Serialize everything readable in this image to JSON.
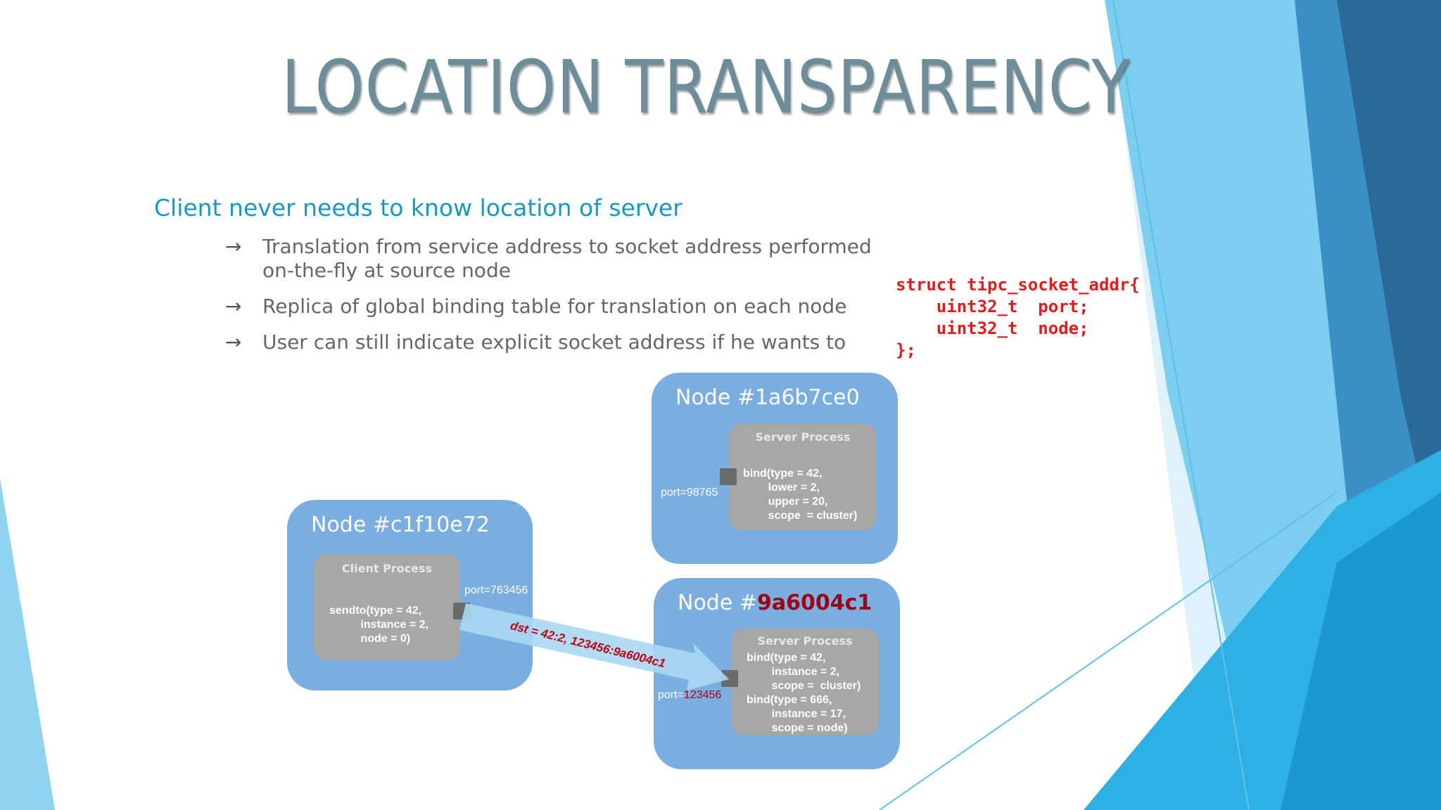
{
  "slide": {
    "title": "LOCATION TRANSPARENCY",
    "heading": "Client never needs to know location of server",
    "bullets": [
      {
        "arrow": "→",
        "text": "Translation from service address to socket address performed on-the-fly at source node"
      },
      {
        "arrow": "→",
        "text": "Replica of global binding table for translation on each node"
      },
      {
        "arrow": "→",
        "text": "User can still indicate explicit socket address if he wants to"
      }
    ],
    "code": "struct tipc_socket_addr{\n    uint32_t  port;\n    uint32_t  node;\n};"
  },
  "diagram": {
    "client_node": {
      "title": "Node #c1f10e72",
      "process_title": "Client Process",
      "process_body": "sendto(type = 42,\n          instance = 2,\n          node = 0)",
      "port_label": "port=763456"
    },
    "server_node_1": {
      "title": "Node #1a6b7ce0",
      "process_title": "Server Process",
      "process_body": "bind(type = 42,\n        lower = 2,\n        upper = 20,\n        scope  = cluster)",
      "port_label": "port=98765"
    },
    "server_node_2": {
      "title_prefix": "Node #",
      "title_id": "9a6004c1",
      "process_title": "Server Process",
      "process_body": "bind(type = 42,\n        instance = 2,\n        scope =  cluster)\nbind(type = 666,\n        instance = 17,\n        scope = node)",
      "port_label_prefix": "port=",
      "port_label_value": "123456"
    },
    "message_label": "dst = 42:2, 123456:9a6004c1"
  },
  "colors": {
    "title": "#6e8d9b",
    "heading": "#1599c3",
    "code": "#e41b1b",
    "node": "#7aaee0",
    "process": "#a7a7a7",
    "highlight": "#a00010"
  }
}
